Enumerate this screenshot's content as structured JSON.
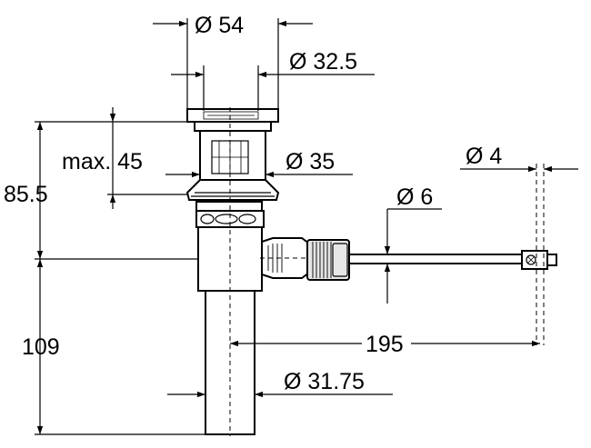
{
  "dimensions": {
    "outer_dia": "Ø 54",
    "inner_dia": "Ø 32.5",
    "max_height": "max. 45",
    "body_dia": "Ø 35",
    "rod_dia": "Ø 6",
    "clip_dia": "Ø 4",
    "top_height": "85.5",
    "bottom_height": "109",
    "rod_length": "195",
    "tail_dia": "Ø 31.75"
  },
  "colors": {
    "line": "#000000",
    "fill": "#ffffff",
    "shade": "#e6e6e6"
  }
}
